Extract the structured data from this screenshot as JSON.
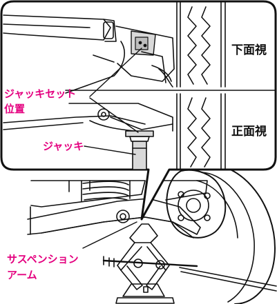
{
  "labels": {
    "bottom_view": "下面視",
    "front_view": "正面視",
    "jack_point_line1": "ジャッキセット",
    "jack_point_line2": "位置",
    "jack": "ジャッキ",
    "suspension_line1": "サスペンション",
    "suspension_line2": "アーム"
  },
  "colors": {
    "accent_label": "#e4007f",
    "line": "#111111",
    "background": "#ffffff"
  }
}
